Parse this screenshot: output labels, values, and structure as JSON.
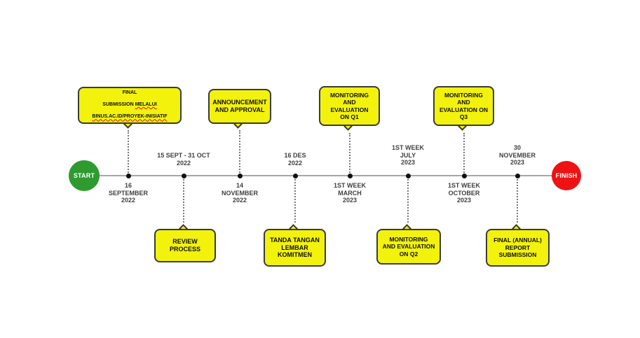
{
  "diagram": {
    "title": "project-initiative-timeline",
    "start": {
      "label": "START",
      "color": "#2e9b30"
    },
    "finish": {
      "label": "FINISH",
      "color": "#ee1212"
    },
    "line_color": "#a6a6a6",
    "callout_style": {
      "fill": "#f2f20c",
      "border": "#3b3b3b"
    },
    "events": [
      {
        "name": "final-submission",
        "date": "16\nSEPTEMBER\n2022",
        "callout": {
          "line1": "FINAL",
          "line2_prefix": "SUBMISSION ",
          "line2_misspelled": "MELALUI",
          "line3_misspelled": "BINUS.AC.ID/PROYEK-INISIATIF"
        }
      },
      {
        "name": "review-process",
        "date": "15 SEPT - 31 OCT\n2022",
        "callout": "REVIEW\nPROCESS"
      },
      {
        "name": "announcement-approval",
        "date": "14\nNOVEMBER\n2022",
        "callout": "ANNOUNCEMENT\nAND APPROVAL"
      },
      {
        "name": "tanda-tangan-lembar-komitmen",
        "date": "16 DES\n2022",
        "callout": "TANDA TANGAN\nLEMBAR\nKOMITMEN"
      },
      {
        "name": "monitoring-evaluation-q1",
        "date": "1ST WEEK\nMARCH\n2023",
        "callout": "MONITORING\nAND\nEVALUATION\nON Q1"
      },
      {
        "name": "monitoring-evaluation-q2",
        "date": "1ST WEEK\nJULY\n2023",
        "callout": "MONITORING\nAND EVALUATION\nON Q2"
      },
      {
        "name": "monitoring-evaluation-q3",
        "date": "1ST WEEK\nOCTOBER\n2023",
        "callout": "MONITORING\nAND\nEVALUATION ON\nQ3"
      },
      {
        "name": "final-annual-report",
        "date": "30\nNOVEMBER\n2023",
        "callout": "FINAL (ANNUAL)\nREPORT\nSUBMISSION"
      }
    ]
  }
}
